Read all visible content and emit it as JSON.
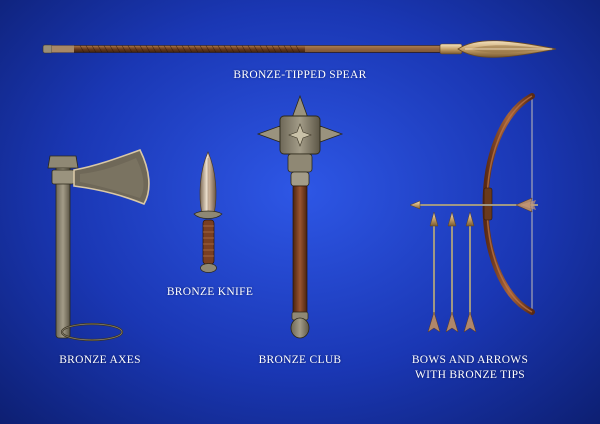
{
  "labels": {
    "spear": "BRONZE-TIPPED SPEAR",
    "knife": "BRONZE KNIFE",
    "axes": "BRONZE AXES",
    "club": "BRONZE CLUB",
    "bows_line1": "BOWS AND ARROWS",
    "bows_line2": "WITH BRONZE TIPS"
  },
  "colors": {
    "background": "#1a37b4",
    "bronze": "#c9a46c",
    "stone": "#8a8270",
    "wood": "#7a3f22",
    "label_text": "#ffffff"
  }
}
